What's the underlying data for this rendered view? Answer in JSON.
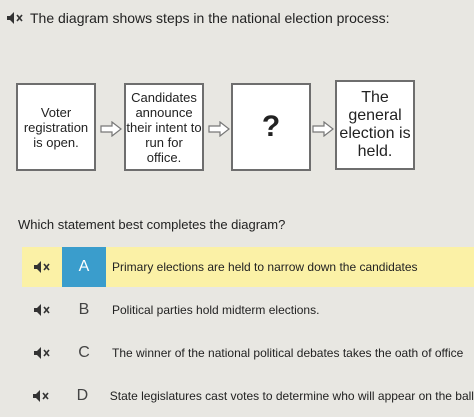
{
  "prompt": "The diagram shows steps in the national election process:",
  "diagram": {
    "steps": [
      {
        "text": "Voter\nregistration\nis open."
      },
      {
        "text": "Candidates\nannounce\ntheir intent to\nrun for\noffice."
      },
      {
        "text": "?"
      },
      {
        "text": "The\ngeneral\nelection is\nheld."
      }
    ]
  },
  "question": "Which statement best completes the diagram?",
  "choices": [
    {
      "letter": "A",
      "text": "Primary elections are held to narrow down the candidates",
      "selected": true
    },
    {
      "letter": "B",
      "text": "Political parties hold midterm elections.",
      "selected": false
    },
    {
      "letter": "C",
      "text": "The winner of the national political debates takes the oath of office",
      "selected": false
    },
    {
      "letter": "D",
      "text": "State legislatures cast votes to determine who will appear on the ballot",
      "selected": false
    }
  ],
  "icons": {
    "audio": "speaker-mute-icon",
    "arrow": "right-arrow-icon"
  },
  "colors": {
    "selected_bg": "#fbf1a6",
    "selected_letter_bg": "#3a9dcc"
  }
}
